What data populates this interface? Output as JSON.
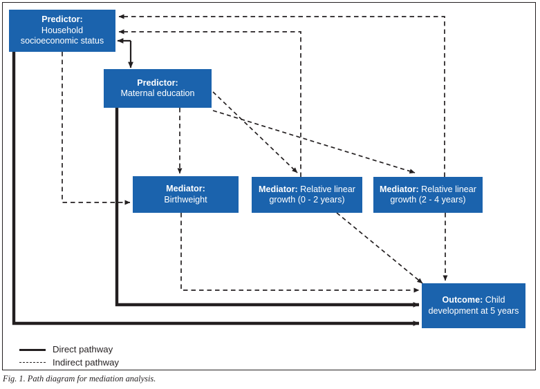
{
  "figure": {
    "caption": "Fig. 1. Path diagram for mediation analysis.",
    "accent_color": "#1b63ad",
    "line_color": "#231f20",
    "background_color": "#ffffff"
  },
  "nodes": {
    "household": {
      "lead": "Predictor:",
      "body": "Household socioeconomic status",
      "role": "predictor"
    },
    "maternal": {
      "lead": "Predictor:",
      "body": "Maternal education",
      "role": "predictor"
    },
    "birthweight": {
      "lead": "Mediator:",
      "body": "Birthweight",
      "role": "mediator"
    },
    "growth_0_2": {
      "lead": "Mediator:",
      "body": "Relative linear growth (0 - 2 years)",
      "role": "mediator"
    },
    "growth_2_4": {
      "lead": "Mediator:",
      "body": "Relative linear growth (2 - 4 years)",
      "role": "mediator"
    },
    "outcome": {
      "lead": "Outcome:",
      "body": "Child development at 5 years",
      "role": "outcome"
    }
  },
  "legend": {
    "items": [
      {
        "style": "solid",
        "label": "Direct pathway"
      },
      {
        "style": "dashed",
        "label": "Indirect pathway"
      }
    ]
  },
  "edges": [
    {
      "from": "household",
      "to": "maternal",
      "style": "solid"
    },
    {
      "from": "household",
      "to": "birthweight",
      "style": "dashed"
    },
    {
      "from": "household",
      "to": "outcome",
      "style": "solid"
    },
    {
      "from": "maternal",
      "to": "birthweight",
      "style": "dashed"
    },
    {
      "from": "maternal",
      "to": "growth_0_2",
      "style": "dashed"
    },
    {
      "from": "maternal",
      "to": "growth_2_4",
      "style": "dashed"
    },
    {
      "from": "maternal",
      "to": "outcome",
      "style": "solid"
    },
    {
      "from": "birthweight",
      "to": "outcome",
      "style": "dashed"
    },
    {
      "from": "growth_0_2",
      "to": "outcome",
      "style": "dashed"
    },
    {
      "from": "growth_2_4",
      "to": "outcome",
      "style": "dashed"
    },
    {
      "from": "growth_0_2",
      "to": "household",
      "style": "dashed"
    },
    {
      "from": "growth_2_4",
      "to": "household",
      "style": "dashed"
    }
  ]
}
